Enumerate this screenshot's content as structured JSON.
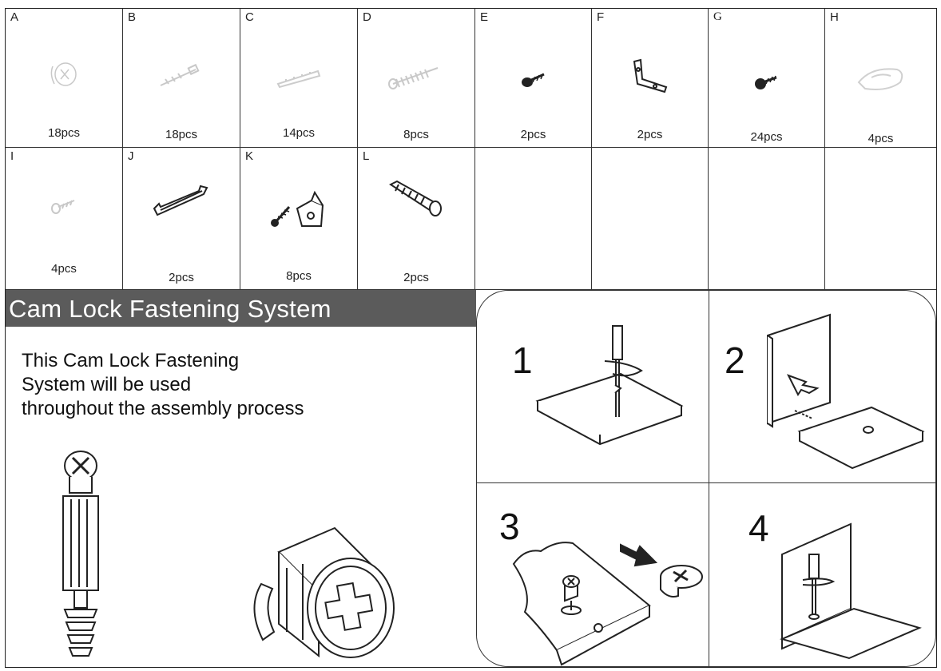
{
  "parts": [
    {
      "letter": "A",
      "qty": "18pcs",
      "icon": "cam-lock-icon"
    },
    {
      "letter": "B",
      "qty": "18pcs",
      "icon": "cam-bolt-icon"
    },
    {
      "letter": "C",
      "qty": "14pcs",
      "icon": "wooden-dowel-icon"
    },
    {
      "letter": "D",
      "qty": "8pcs",
      "icon": "long-screw-icon"
    },
    {
      "letter": "E",
      "qty": "2pcs",
      "icon": "short-screw-icon"
    },
    {
      "letter": "F",
      "qty": "2pcs",
      "icon": "angle-bracket-icon"
    },
    {
      "letter": "G",
      "qty": "24pcs",
      "icon": "small-screw-icon"
    },
    {
      "letter": "H",
      "qty": "4pcs",
      "icon": "shelf-support-icon"
    },
    {
      "letter": "I",
      "qty": "4pcs",
      "icon": "handle-screw-icon"
    },
    {
      "letter": "J",
      "qty": "2pcs",
      "icon": "drawer-handle-icon"
    },
    {
      "letter": "K",
      "qty": "8pcs",
      "icon": "screw-and-cap-icon"
    },
    {
      "letter": "L",
      "qty": "2pcs",
      "icon": "wall-anchor-icon"
    }
  ],
  "section": {
    "title": "Cam Lock Fastening System",
    "intro_lines": [
      "This Cam Lock Fastening",
      "System will be used",
      "throughout the assembly process"
    ]
  },
  "steps": [
    {
      "number": "1",
      "icon": "screw-bolt-into-board-icon"
    },
    {
      "number": "2",
      "icon": "join-panels-icon"
    },
    {
      "number": "3",
      "icon": "insert-cam-lock-icon"
    },
    {
      "number": "4",
      "icon": "tighten-cam-lock-icon"
    }
  ]
}
